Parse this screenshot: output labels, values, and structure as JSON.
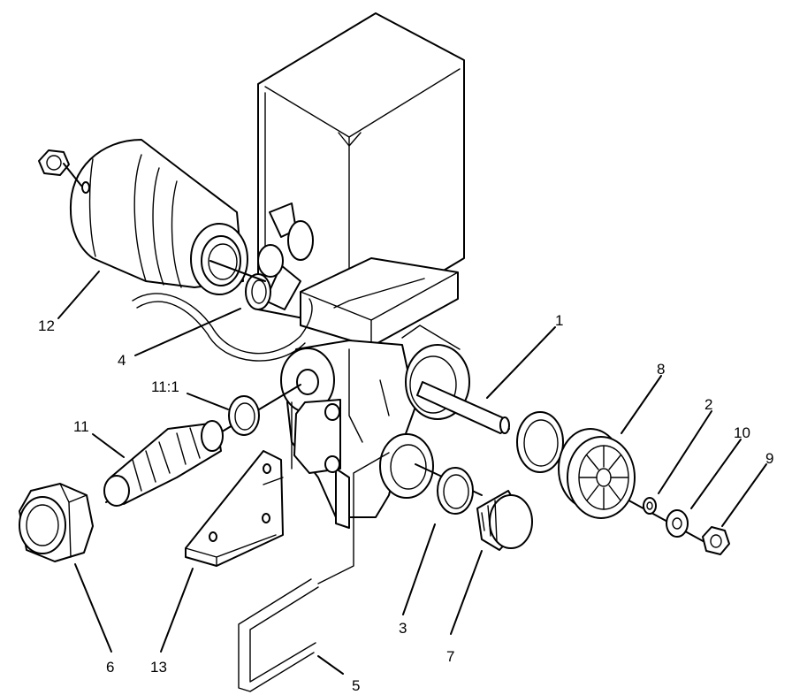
{
  "callouts": {
    "c1": "1",
    "c2": "2",
    "c3": "3",
    "c4": "4",
    "c5": "5",
    "c6": "6",
    "c7": "7",
    "c8": "8",
    "c9": "9",
    "c10": "10",
    "c11": "11",
    "c11_1": "11:1",
    "c12": "12",
    "c13": "13"
  }
}
